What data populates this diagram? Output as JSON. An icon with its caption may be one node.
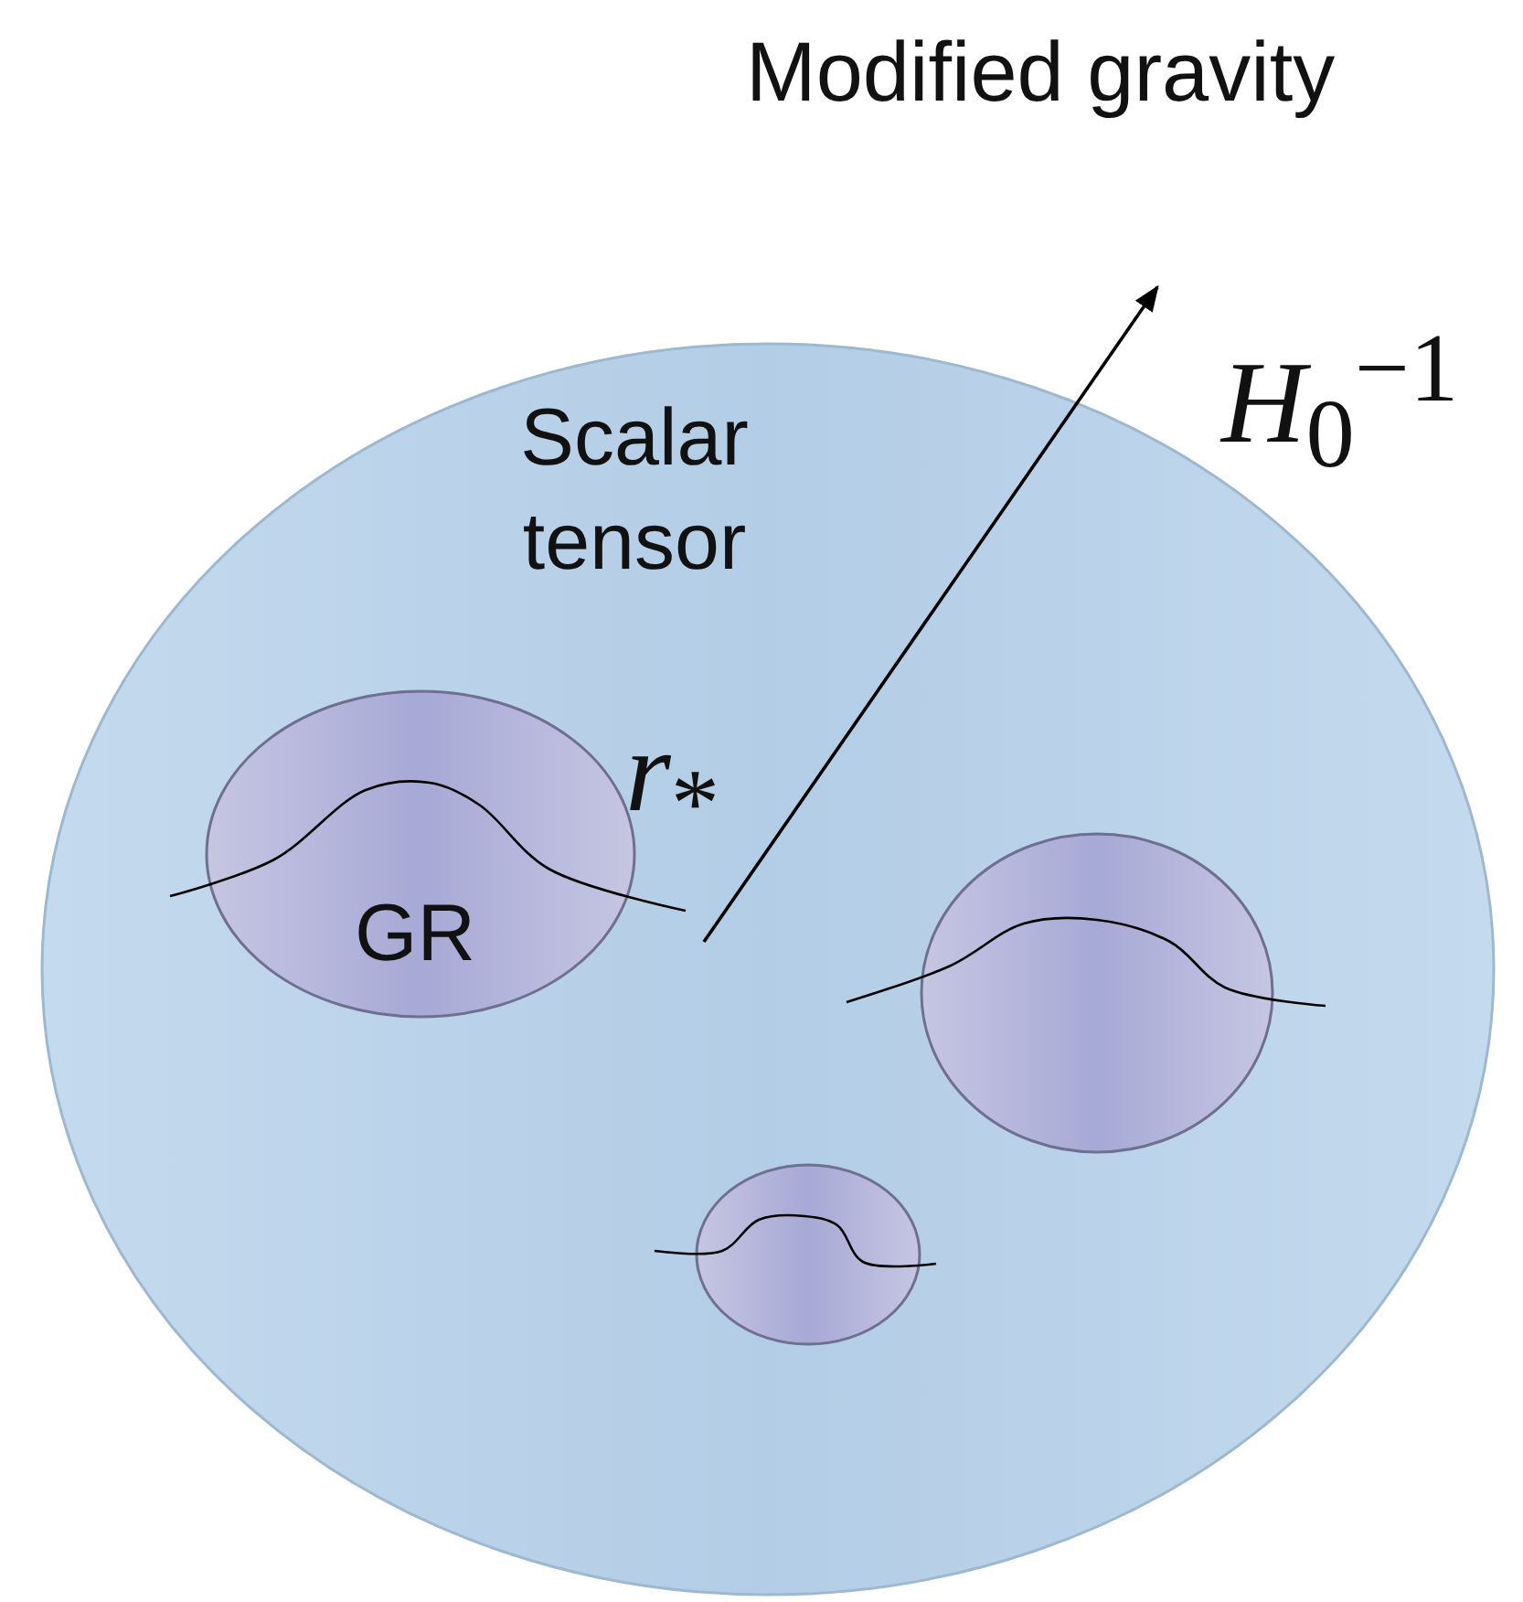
{
  "diagram": {
    "title": "Modified gravity",
    "nodes": [
      {
        "text": [
          "Scalar tensor"
        ]
      },
      {
        "text": [
          "GR"
        ],
        "in": 0
      },
      {
        "text": [],
        "shape": "circle",
        "in": 0
      },
      {
        "text": [],
        "shape": "circle",
        "in": 0
      }
    ],
    "labels": [
      "*r*$_{*}$",
      "*H*$_{0}$$^{−1}$"
    ]
  }
}
